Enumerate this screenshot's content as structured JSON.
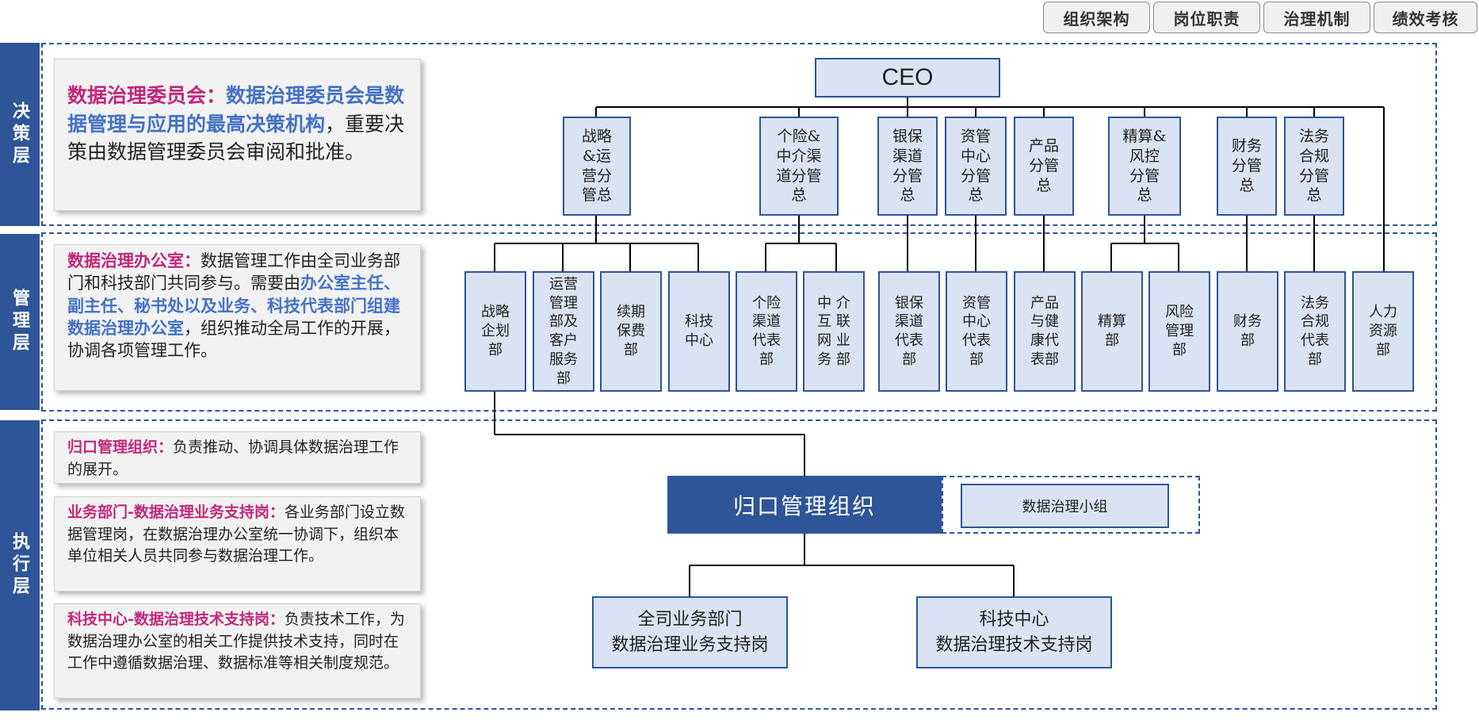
{
  "tabs": [
    {
      "label": "组织架构",
      "active": true
    },
    {
      "label": "岗位职责",
      "active": false
    },
    {
      "label": "治理机制",
      "active": false
    },
    {
      "label": "绩效考核",
      "active": false
    }
  ],
  "layers": {
    "decision": "决策层",
    "management": "管理层",
    "execution": "执行层"
  },
  "cards": {
    "committee": {
      "title": "数据治理委员会：",
      "highlight": "数据治理委员会是数据管理与应用的最高决策机构",
      "rest": "，重要决策由数据管理委员会审阅和批准。"
    },
    "office": {
      "title": "数据治理办公室：",
      "text1": "数据管理工作由全司业务部门和科技部门共同参与。需要由",
      "highlight": "办公室主任、副主任、秘书处以及业务、科技代表部门组建数据治理办公室",
      "text2": "，组织推动全局工作的开展，协调各项管理工作。"
    },
    "central": {
      "title": "归口管理组织：",
      "text": "负责推动、协调具体数据治理工作的展开。"
    },
    "business": {
      "title": "业务部门-数据治理业务支持岗：",
      "text": "各业务部门设立数据管理岗，在数据治理办公室统一协调下，组织本单位相关人员共同参与数据治理工作。"
    },
    "tech": {
      "title": "科技中心-数据治理技术支持岗：",
      "text": "负责技术工作，为数据治理办公室的相关工作提供技术支持，同时在工作中遵循数据治理、数据标准等相关制度规范。"
    }
  },
  "org": {
    "ceo": "CEO",
    "executives": [
      {
        "lines": [
          "战略",
          "&运",
          "营分",
          "管总"
        ]
      },
      {
        "lines": [
          "个险&",
          "中介渠",
          "道分管",
          "总"
        ]
      },
      {
        "lines": [
          "银保",
          "渠道",
          "分管",
          "总"
        ]
      },
      {
        "lines": [
          "资管",
          "中心",
          "分管",
          "总"
        ]
      },
      {
        "lines": [
          "产品",
          "分管",
          "总"
        ]
      },
      {
        "lines": [
          "精算&",
          "风控",
          "分管",
          "总"
        ]
      },
      {
        "lines": [
          "财务",
          "分管",
          "总"
        ]
      },
      {
        "lines": [
          "法务",
          "合规",
          "分管",
          "总"
        ]
      }
    ],
    "departments": [
      {
        "lines": [
          "战略",
          "企划",
          "部"
        ]
      },
      {
        "lines": [
          "运营",
          "管理",
          "部及",
          "客户",
          "服务",
          "部"
        ]
      },
      {
        "lines": [
          "续期",
          "保费",
          "部"
        ]
      },
      {
        "lines": [
          "科技",
          "中心"
        ]
      },
      {
        "lines": [
          "个险",
          "渠道",
          "代表",
          "部"
        ]
      },
      {
        "lines": [
          "中 介",
          "互 联",
          "网 业",
          "务 部"
        ]
      },
      {
        "lines": [
          "银保",
          "渠道",
          "代表",
          "部"
        ]
      },
      {
        "lines": [
          "资管",
          "中心",
          "代表",
          "部"
        ]
      },
      {
        "lines": [
          "产品",
          "与健",
          "康代",
          "表部"
        ]
      },
      {
        "lines": [
          "精算",
          "部"
        ]
      },
      {
        "lines": [
          "风险",
          "管理",
          "部"
        ]
      },
      {
        "lines": [
          "财务",
          "部"
        ]
      },
      {
        "lines": [
          "法务",
          "合规",
          "代表",
          "部"
        ]
      },
      {
        "lines": [
          "人力",
          "资源",
          "部"
        ]
      }
    ],
    "central_org": "归口管理组织",
    "group": "数据治理小组",
    "support": [
      {
        "lines": [
          "全司业务部门",
          "数据治理业务支持岗"
        ]
      },
      {
        "lines": [
          "科技中心",
          "数据治理技术支持岗"
        ]
      }
    ]
  },
  "colors": {
    "primary": "#2d5597",
    "box_fill": "#dae3f3",
    "highlight_pink": "#c0287a",
    "highlight_blue": "#4472c4"
  }
}
